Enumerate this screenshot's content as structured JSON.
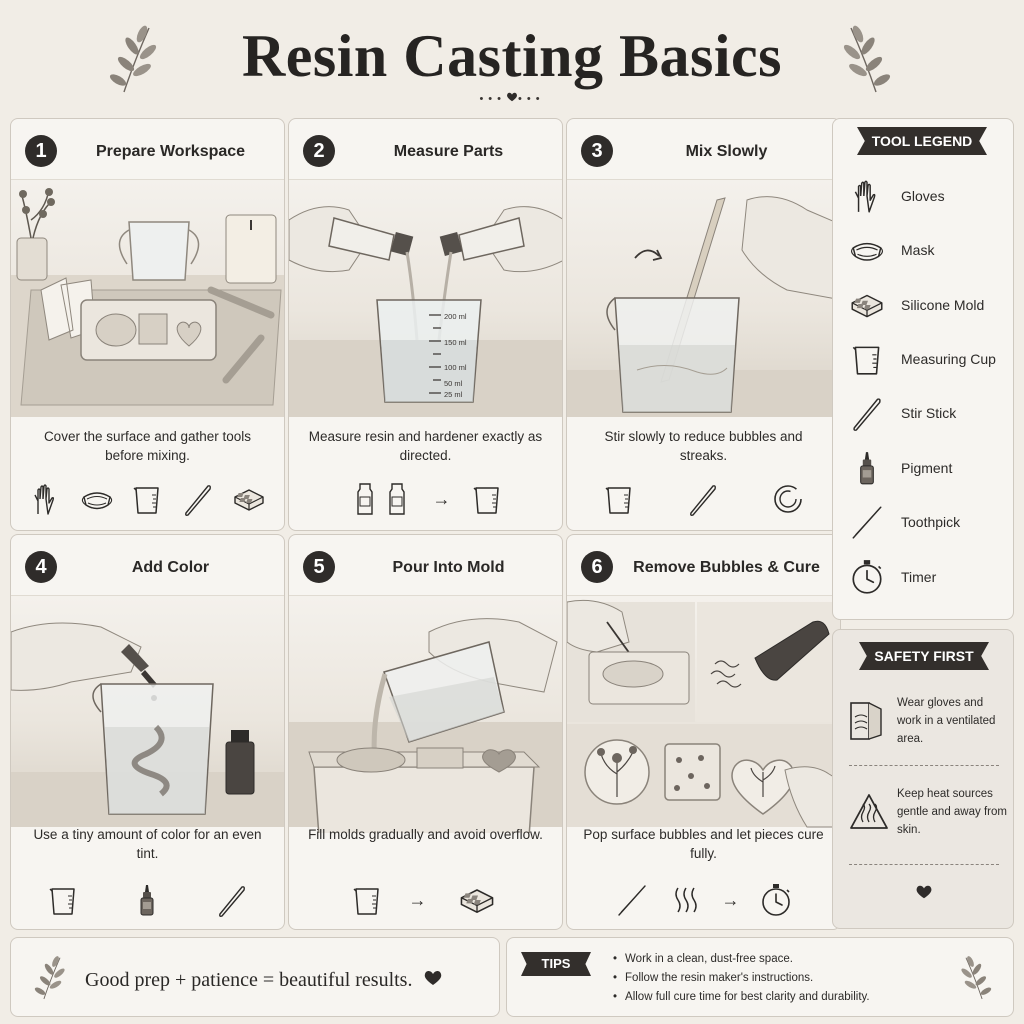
{
  "title": "Resin Casting Basics",
  "steps": [
    {
      "number": "1",
      "title": "Prepare Workspace",
      "text": "Cover the surface and gather tools before mixing."
    },
    {
      "number": "2",
      "title": "Measure Parts",
      "text": "Measure resin and hardener exactly as directed."
    },
    {
      "number": "3",
      "title": "Mix Slowly",
      "text": "Stir slowly to reduce bubbles and streaks."
    },
    {
      "number": "4",
      "title": "Add Color",
      "text": "Use a tiny amount of color for an even tint."
    },
    {
      "number": "5",
      "title": "Pour Into Mold",
      "text": "Fill molds gradually and avoid overflow."
    },
    {
      "number": "6",
      "title": "Remove Bubbles & Cure",
      "text": "Pop surface bubbles and let pieces cure fully."
    }
  ],
  "cup_marks": [
    "200 ml",
    "150 ml",
    "100 ml",
    "50 ml",
    "25 ml"
  ],
  "legend": {
    "title": "TOOL LEGEND",
    "items": [
      {
        "label": "Gloves",
        "icon": "gloves-icon"
      },
      {
        "label": "Mask",
        "icon": "mask-icon"
      },
      {
        "label": "Silicone Mold",
        "icon": "mold-icon"
      },
      {
        "label": "Measuring Cup",
        "icon": "cup-icon"
      },
      {
        "label": "Stir Stick",
        "icon": "stick-icon"
      },
      {
        "label": "Pigment",
        "icon": "pigment-icon"
      },
      {
        "label": "Toothpick",
        "icon": "toothpick-icon"
      },
      {
        "label": "Timer",
        "icon": "timer-icon"
      }
    ]
  },
  "safety": {
    "title": "SAFETY FIRST",
    "items": [
      "Wear gloves and work in a ventilated area.",
      "Keep heat sources gentle and away from skin."
    ]
  },
  "footer": {
    "quote": "Good prep + patience = beautiful results.",
    "tips_label": "TIPS",
    "tips": [
      "Work in a clean, dust-free space.",
      "Follow the resin maker's instructions.",
      "Allow full cure time for best clarity and durability."
    ]
  },
  "arrow": "→",
  "colors": {
    "background": "#f1ede6",
    "card": "#f7f5f1",
    "ink": "#2f2c2a",
    "border": "#cfc9c0"
  }
}
